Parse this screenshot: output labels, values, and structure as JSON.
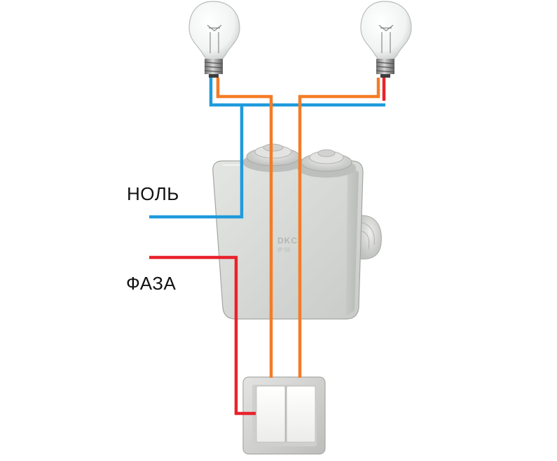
{
  "labels": {
    "neutral": "НОЛЬ",
    "phase": "ФАЗА"
  },
  "box_brand": "DKC",
  "colors": {
    "neutral_wire": "#1e9bdc",
    "phase_wire": "#e8222c",
    "switched_wire": "#f47c26",
    "box_body": "#d9dbd8",
    "switch_body": "#d8d8d6"
  },
  "components": {
    "lamps": [
      "lamp-left",
      "lamp-right"
    ],
    "junction_box": "junction-box",
    "switch": "two-gang-switch"
  }
}
